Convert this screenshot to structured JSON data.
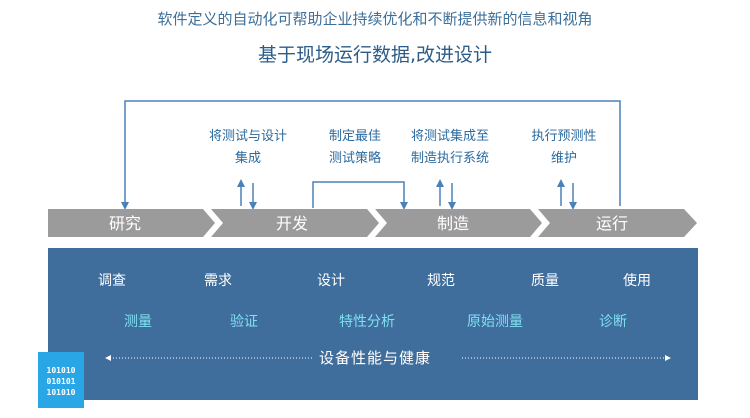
{
  "header": {
    "subtitle": "软件定义的自动化可帮助企业持续优化和不断提供新的信息和视角",
    "title": "基于现场运行数据,改进设计"
  },
  "stages": [
    {
      "label": "研究"
    },
    {
      "label": "开发"
    },
    {
      "label": "制造"
    },
    {
      "label": "运行"
    }
  ],
  "notes": [
    {
      "line1": "将测试与设计",
      "line2": "集成"
    },
    {
      "line1": "制定最佳",
      "line2": "测试策略"
    },
    {
      "line1": "将测试集成至",
      "line2": "制造执行系统"
    },
    {
      "line1": "执行预测性",
      "line2": "维护"
    }
  ],
  "panel": {
    "row1": [
      "调查",
      "需求",
      "设计",
      "规范",
      "质量",
      "使用"
    ],
    "row2": [
      "测量",
      "验证",
      "特性分析",
      "原始测量",
      "诊断"
    ],
    "health": "设备性能与健康"
  },
  "badge": {
    "lines": [
      "101010",
      "010101",
      "101010"
    ]
  },
  "colors": {
    "stage_arrow": "#9b9b9b",
    "panel": "#3f6d9c",
    "accent_text": "#7fe0f2",
    "connector": "#4a82b8",
    "badge": "#29a6e6"
  }
}
